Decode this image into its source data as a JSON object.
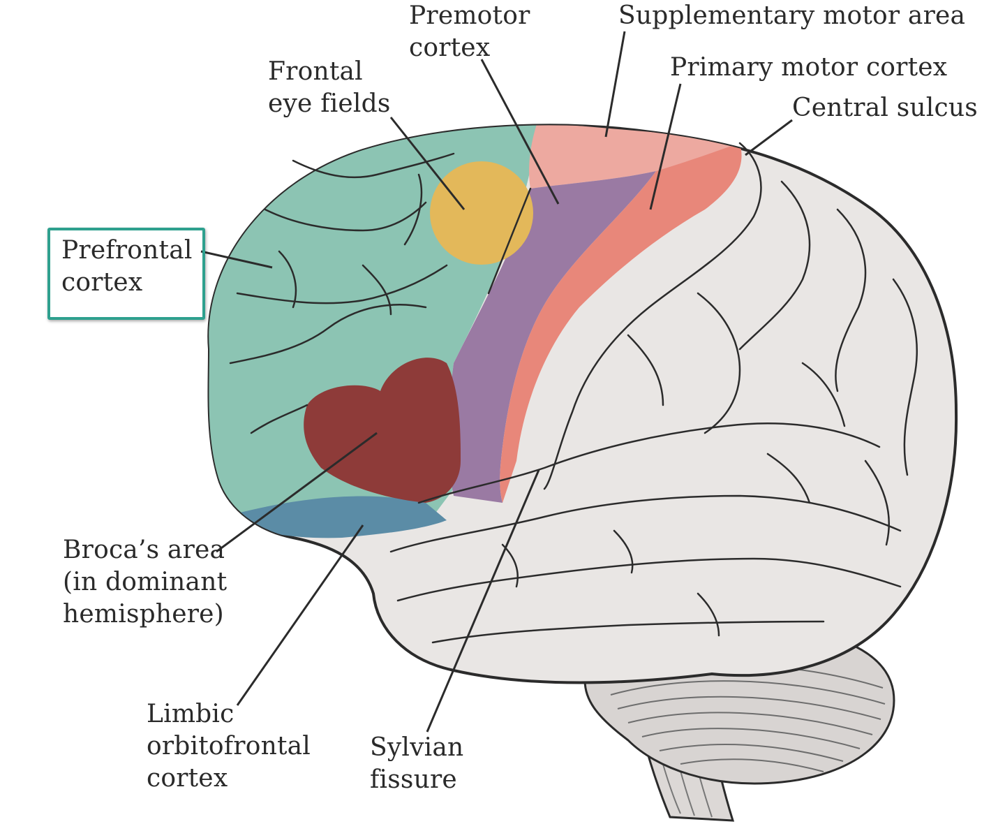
{
  "labels": {
    "premotor_cortex": [
      "Premotor",
      "cortex"
    ],
    "supplementary_motor_area": [
      "Supplementary motor area"
    ],
    "frontal_eye_fields": [
      "Frontal",
      "eye fields"
    ],
    "primary_motor_cortex": [
      "Primary motor cortex"
    ],
    "central_sulcus": [
      "Central sulcus"
    ],
    "prefrontal_cortex": [
      "Prefrontal",
      "cortex"
    ],
    "brocas_area": [
      "Broca’s area",
      "(in dominant",
      "hemisphere)"
    ],
    "limbic_orbitofrontal_cortex": [
      "Limbic",
      "orbitofrontal",
      "cortex"
    ],
    "sylvian_fissure": [
      "Sylvian",
      "fissure"
    ]
  },
  "highlighted_region": "prefrontal_cortex",
  "colors": {
    "prefrontal": "#8cc4b3",
    "frontal_eye_fields": "#e3b85a",
    "premotor": "#9a7aa3",
    "primary_motor": "#e8877a",
    "supplementary_motor": "#eda9a0",
    "broca": "#8e3b39",
    "orbitofrontal": "#5b8ca6",
    "cortex_gray": "#e9e6e4",
    "cerebellum": "#d8d4d2",
    "highlight_box": "#2ea08e",
    "outline": "#2b2b2b"
  }
}
